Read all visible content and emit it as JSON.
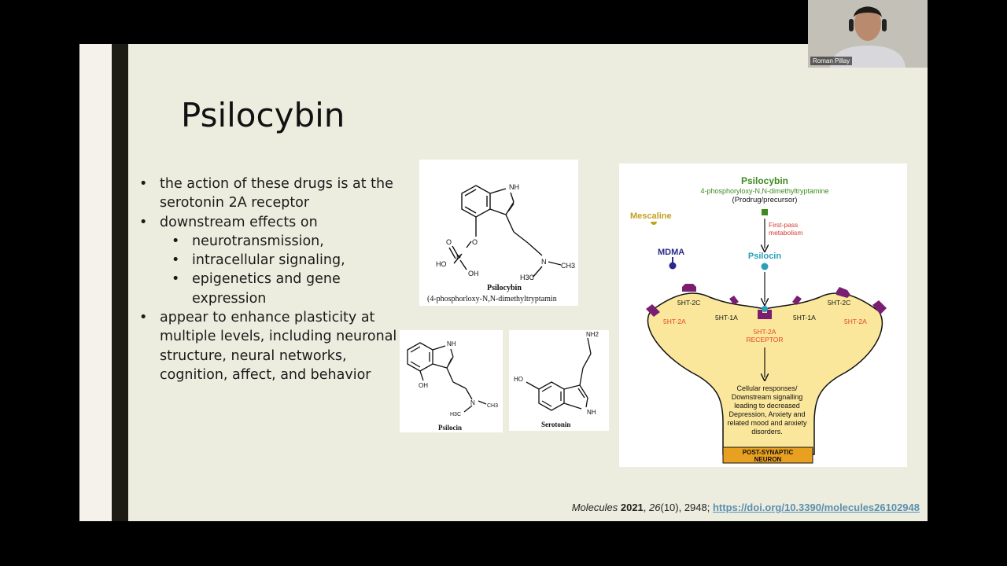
{
  "slide": {
    "title": "Psilocybin",
    "bullets": [
      {
        "text": "the action of these drugs is at the serotonin 2A receptor",
        "level": 1
      },
      {
        "text": "downstream effects on",
        "level": 1
      },
      {
        "text": "neurotransmission,",
        "level": 2
      },
      {
        "text": "intracellular signaling,",
        "level": 2
      },
      {
        "text": "epigenetics and gene expression",
        "level": 2
      },
      {
        "text": "appear to enhance plasticity at multiple levels, including neuronal structure, neural networks, cognition, affect, and behavior",
        "level": 1
      }
    ],
    "citation": {
      "journal": "Molecules",
      "year": "2021",
      "volume": "26",
      "issue": "(10), 2948; ",
      "link": "https://doi.org/10.3390/molecules26102948"
    }
  },
  "structures": {
    "psilocybin": {
      "name": "Psilocybin",
      "subtitle": "(4-phosphorloxy-N,N-dimethyltryptamin",
      "atoms": [
        "NH",
        "O",
        "P",
        "O",
        "HO",
        "OH",
        "N",
        "CH3",
        "H3C"
      ]
    },
    "psilocin": {
      "name": "Psilocin",
      "atoms": [
        "NH",
        "OH",
        "N",
        "CH3",
        "H3C"
      ]
    },
    "serotonin": {
      "name": "Serotonin",
      "atoms": [
        "NH2",
        "HO",
        "NH"
      ]
    }
  },
  "diagram": {
    "psilocybin_title": "Psilocybin",
    "psilocybin_chem": "4-phosphoryloxy-N,N-dimethyltryptamine",
    "prodrug": "(Prodrug/precursor)",
    "first_pass_1": "First-pass",
    "first_pass_2": "metabolism",
    "mescaline": "Mescaline",
    "mdma": "MDMA",
    "psilocin": "Psilocin",
    "receptors": {
      "r2c": "5HT-2C",
      "r1a": "5HT-1A",
      "r2a": "5HT-2A",
      "center_1": "5HT-2A",
      "center_2": "RECEPTOR"
    },
    "response_lines": [
      "Cellular responses/",
      "Downstream signalling",
      "leading to decreased",
      "Depression, Anxiety and",
      "related mood and anxiety",
      "disorders."
    ],
    "neuron_1": "POST-SYNAPTIC",
    "neuron_2": "NEURON",
    "colors": {
      "psilocybin": "#3d8b1f",
      "mescaline": "#c4a020",
      "mdma": "#2a2a8c",
      "psilocin": "#2aa0b8",
      "receptor": "#7a1e72",
      "receptor_label": "#e0452a",
      "neuron_fill": "#fbe79b",
      "neuron_box": "#e8a020",
      "first_pass": "#d43a2a"
    }
  },
  "webcam": {
    "name": "Roman Pillay"
  }
}
